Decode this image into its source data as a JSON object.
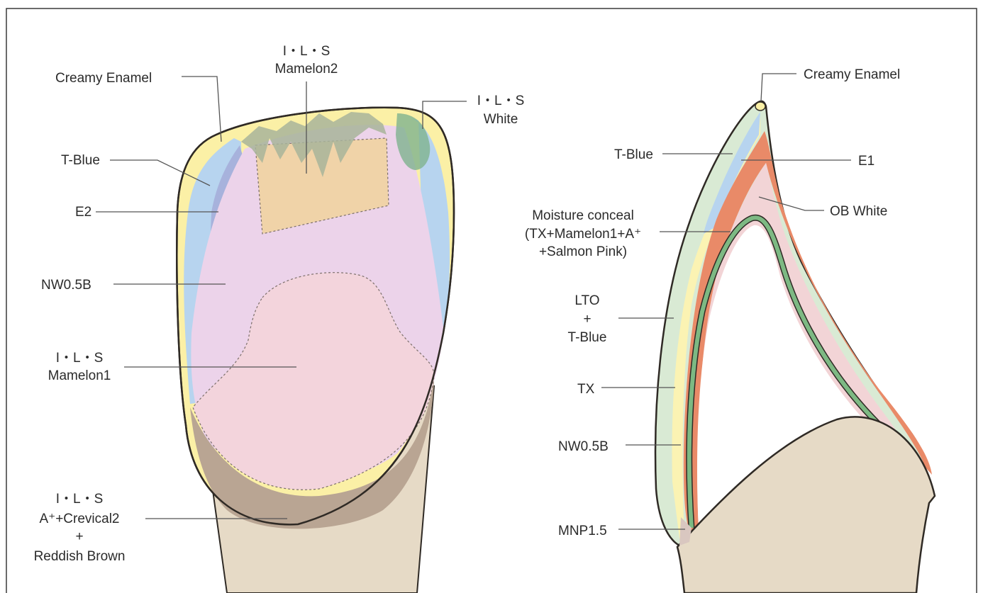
{
  "colors": {
    "frame": "#3a3a3a",
    "outline": "#2f2a25",
    "creamy_enamel": "#fbf0a6",
    "t_blue": "#b7d4ef",
    "e2": "#a7b2dc",
    "nw05b": "#ecd3ea",
    "mamelon1": "#f3d4dc",
    "mamelon2": "#f0d3a8",
    "white": "#7fb38e",
    "cervical": "#b9a593",
    "root": "#e6dac6",
    "lto_tblue": "#d9ead4",
    "tx": "#fbf3b3",
    "e1": "#e98a68",
    "ob_white": "#f2d4d6",
    "mnp15": "#7db983"
  },
  "left_labels": {
    "creamy_enamel": "Creamy Enamel",
    "mamelon2_line1": "I・L・S",
    "mamelon2_line2": "Mamelon2",
    "white_line1": "I・L・S",
    "white_line2": "White",
    "t_blue": "T-Blue",
    "e2": "E2",
    "nw05b": "NW0.5B",
    "mamelon1_line1": "I・L・S",
    "mamelon1_line2": "Mamelon1",
    "cervical_line1": "I・L・S",
    "cervical_line2": "A⁺+Crevical2",
    "cervical_line3": "+",
    "cervical_line4": "Reddish Brown"
  },
  "right_labels": {
    "creamy_enamel": "Creamy Enamel",
    "t_blue": "T-Blue",
    "e1": "E1",
    "ob_white": "OB White",
    "moisture_line1": "Moisture conceal",
    "moisture_line2": "(TX+Mamelon1+A⁺",
    "moisture_line3": "+Salmon Pink)",
    "lto_line1": "LTO",
    "lto_line2": "+",
    "lto_line3": "T-Blue",
    "tx": "TX",
    "nw05b": "NW0.5B",
    "mnp15": "MNP1.5"
  }
}
